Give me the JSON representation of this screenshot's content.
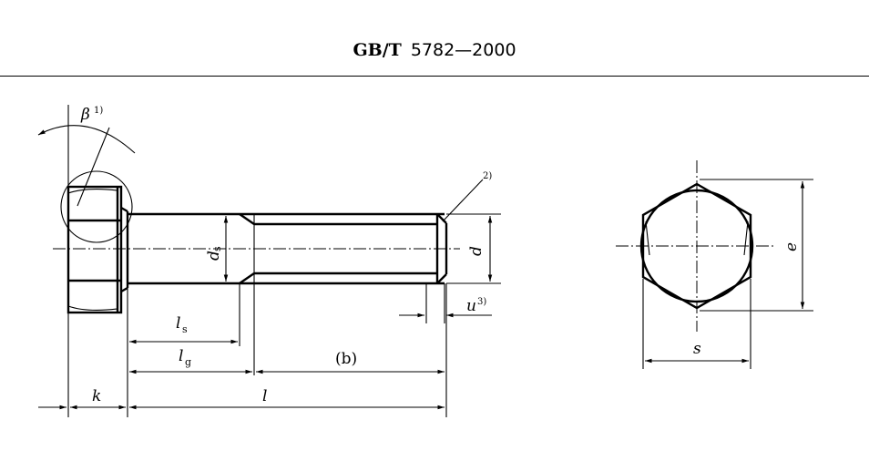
{
  "header": {
    "standard": "GB/T",
    "number": "5782—2000"
  },
  "side_view": {
    "angle_label": "β",
    "angle_note": "1)",
    "chamfer_note": "2)",
    "shank_dia_label": "d",
    "shank_dia_sub": "s",
    "thread_dia_label": "d",
    "incomplete_thread_label": "u",
    "incomplete_thread_note": "3)",
    "shank_len_label": "l",
    "shank_len_sub": "s",
    "grip_len_label": "l",
    "grip_len_sub": "g",
    "thread_len_label": "(b)",
    "head_height_label": "k",
    "nominal_len_label": "l"
  },
  "end_view": {
    "across_corners_label": "e",
    "across_flats_label": "s"
  }
}
